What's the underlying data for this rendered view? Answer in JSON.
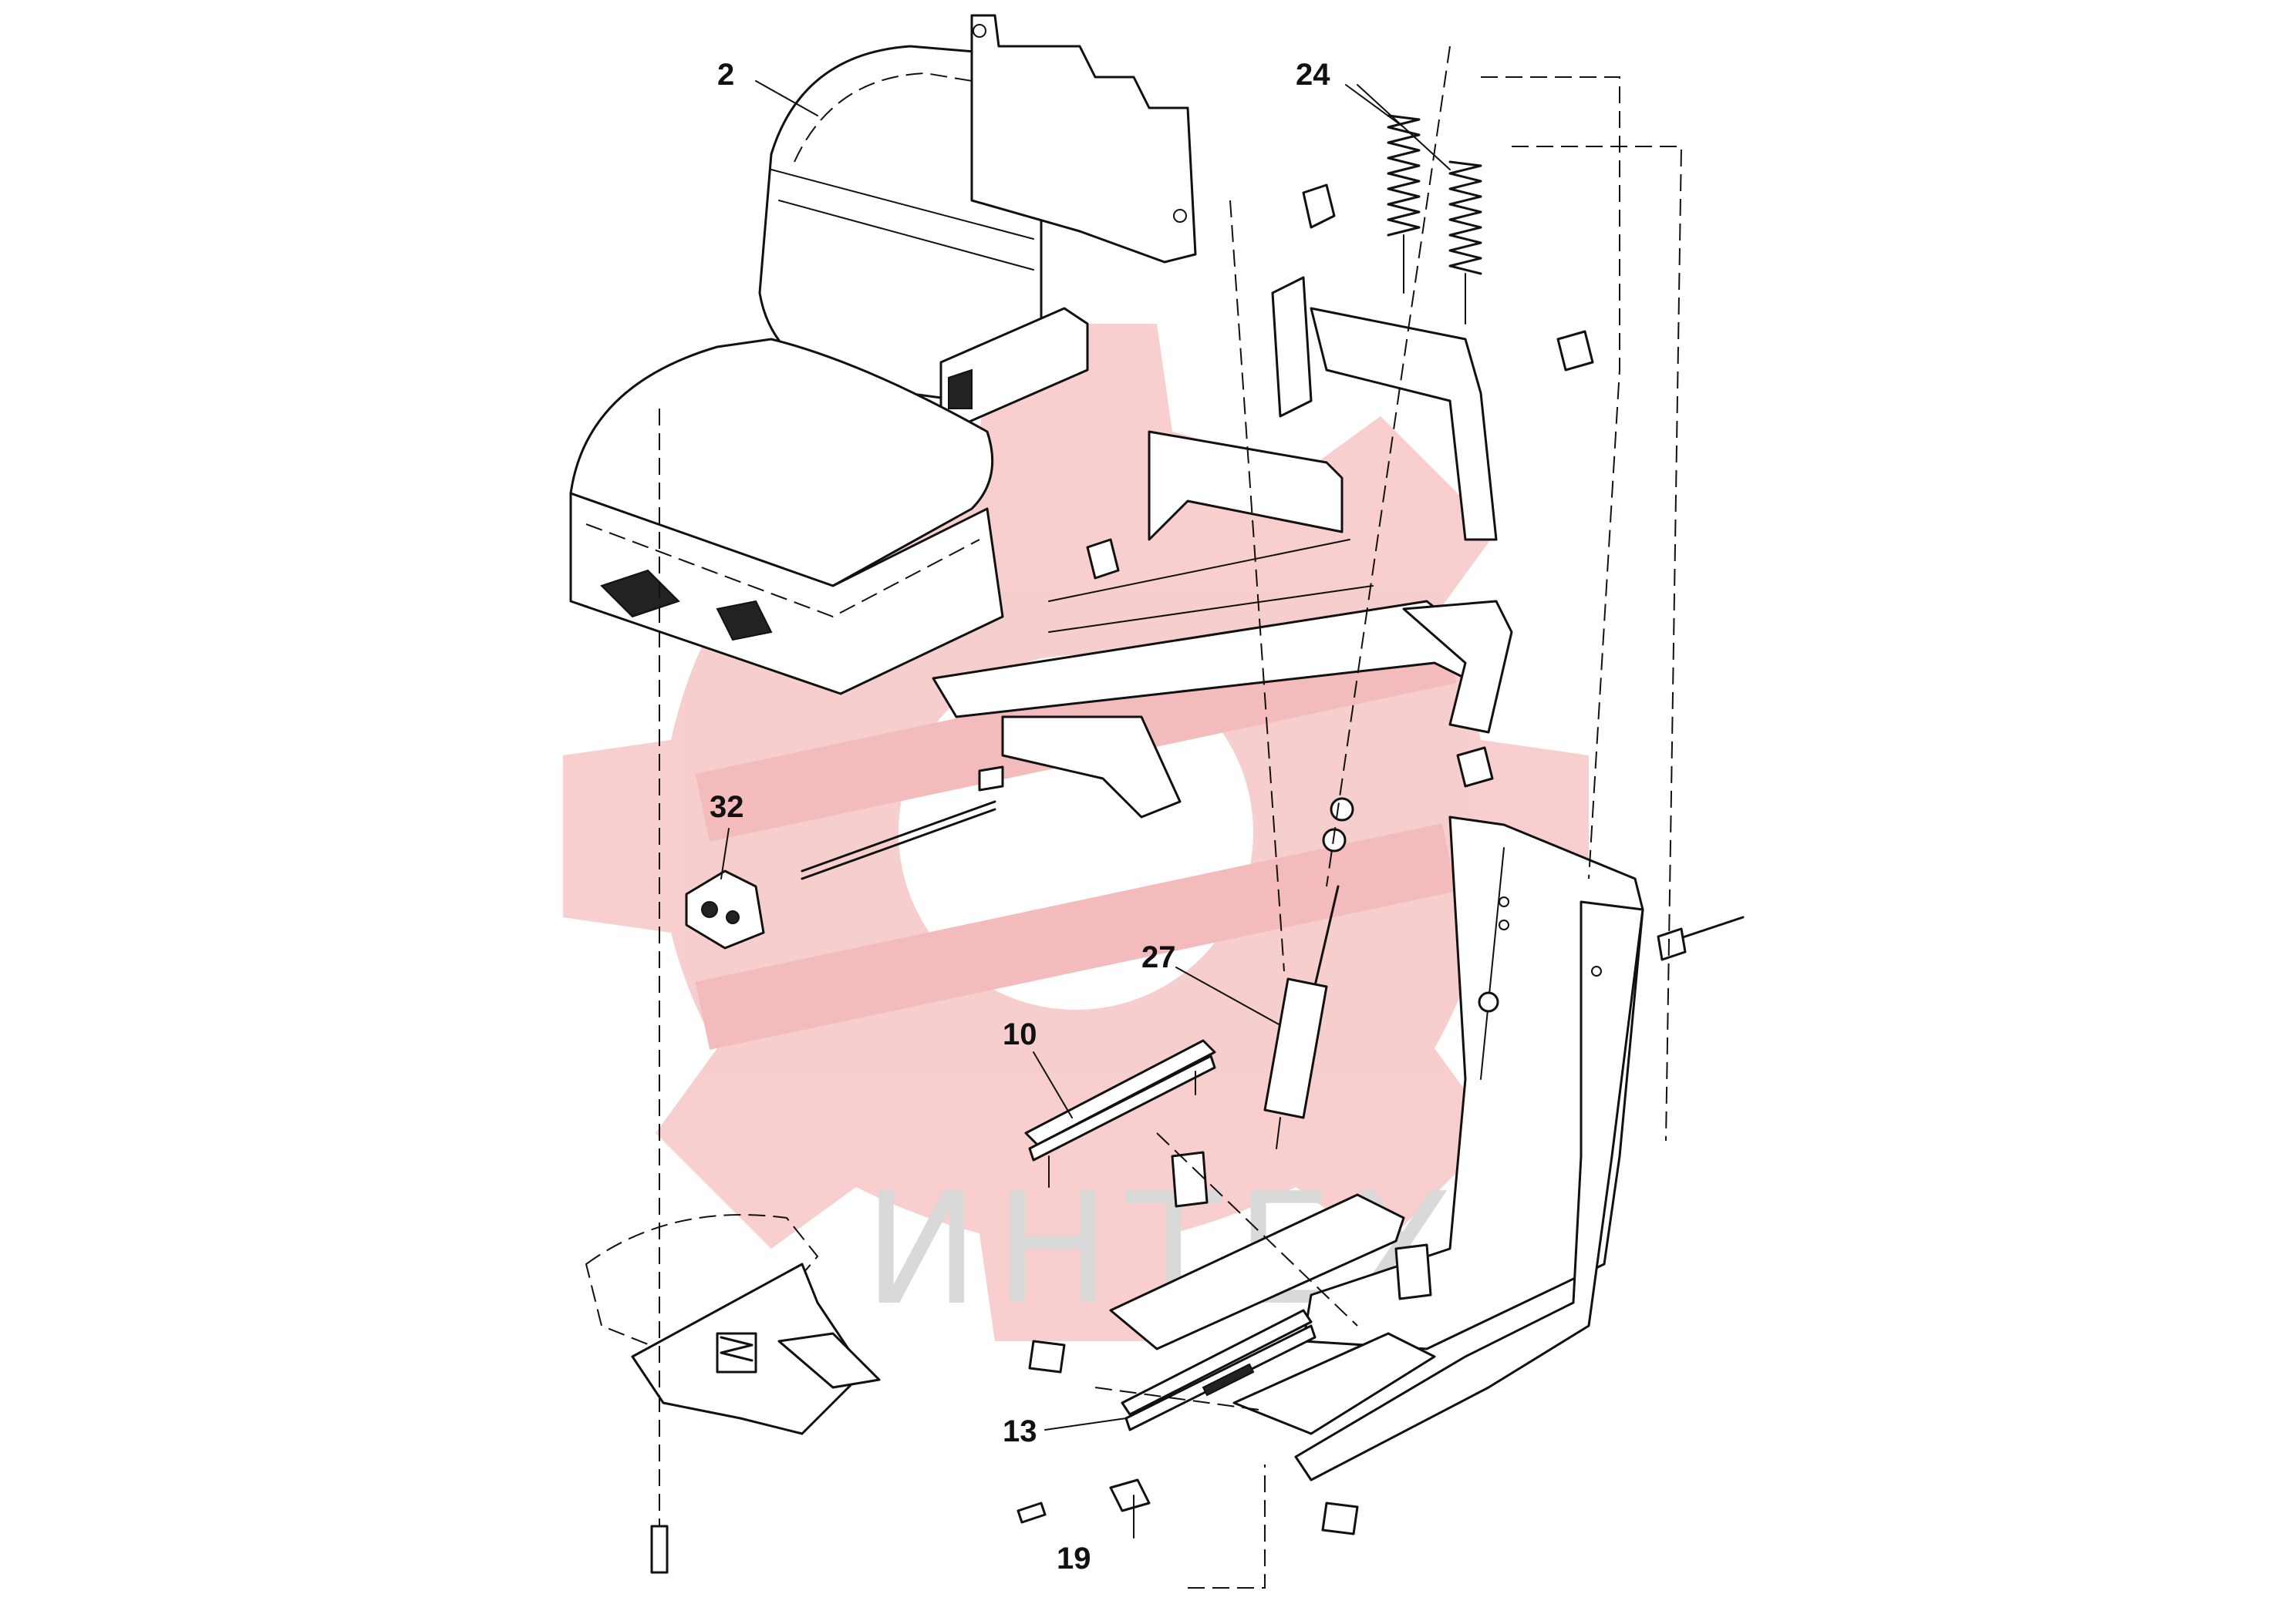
{
  "callouts": [
    {
      "label": "2"
    },
    {
      "label": "24"
    },
    {
      "label": "32"
    },
    {
      "label": "27"
    },
    {
      "label": "10"
    },
    {
      "label": "13"
    },
    {
      "label": "19"
    }
  ],
  "watermark": {
    "text": "ИНТЕХ"
  },
  "colors": {
    "watermark_gear": "#f7c9c9",
    "watermark_text": "#d9d9d9",
    "linework": "#111111"
  }
}
